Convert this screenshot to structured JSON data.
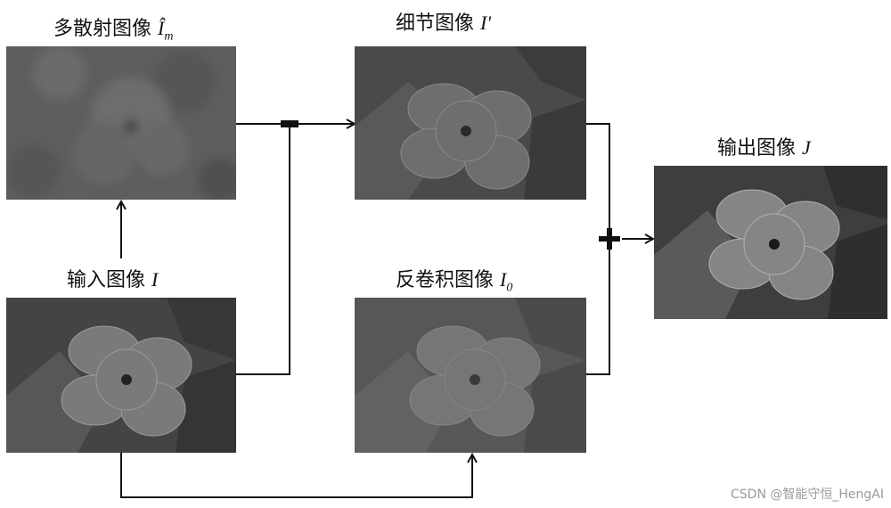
{
  "labels": {
    "multi_scatter": "多散射图像",
    "multi_scatter_sym": "Î",
    "multi_scatter_sub": "m",
    "detail": "细节图像",
    "detail_sym": "I'",
    "input": "输入图像",
    "input_sym": "I",
    "deconv": "反卷积图像",
    "deconv_sym": "I",
    "deconv_sub": "0",
    "output": "输出图像",
    "output_sym": "J"
  },
  "operators": {
    "minus": "−",
    "plus": "+"
  },
  "watermark": "CSDN @智能守恒_HengAI",
  "colors": {
    "line": "#111111",
    "multi_scatter_bg": "#5f5f5f",
    "photo_dark": "#3a3a3a",
    "photo_mid": "#6a6a6a",
    "petal": "#8c8c8c"
  }
}
